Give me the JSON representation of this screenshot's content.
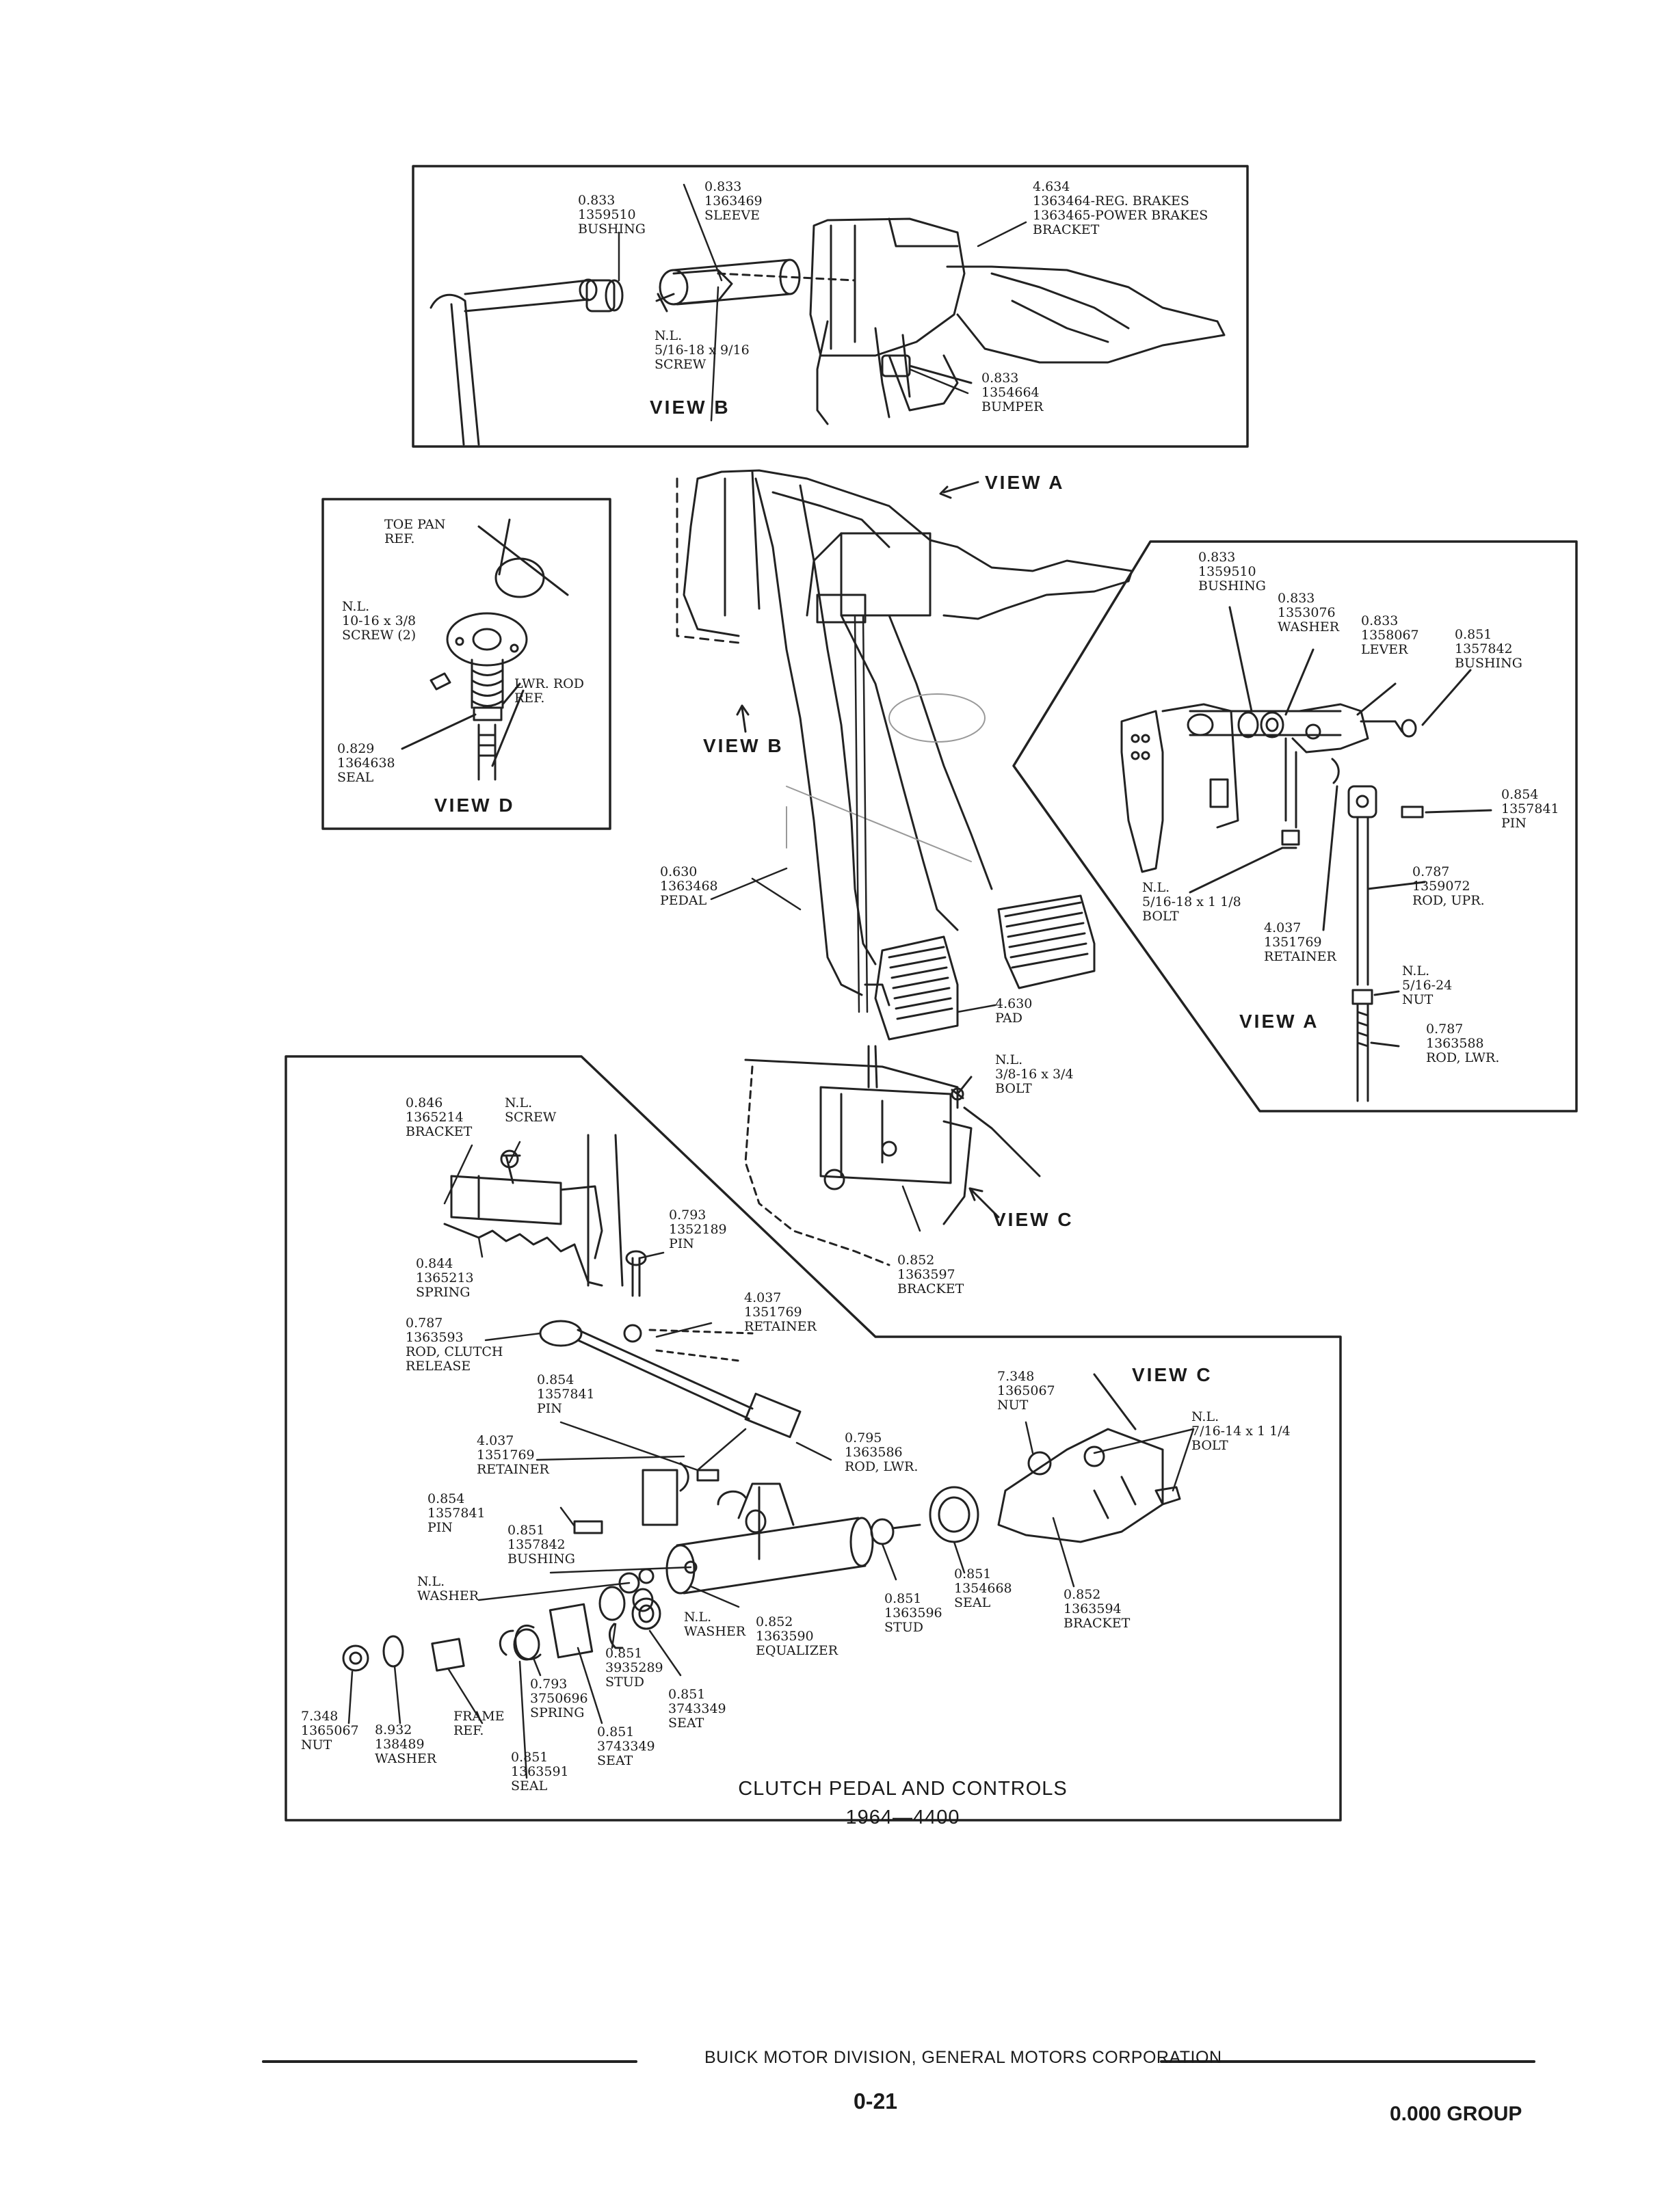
{
  "title": "CLUTCH PEDAL AND CONTROLS",
  "subtitle": "1964—4400",
  "footer": {
    "company": "BUICK MOTOR DIVISION, GENERAL MOTORS CORPORATION",
    "page": "0-21",
    "group": "0.000 GROUP"
  },
  "views": {
    "a_arrow": "VIEW A",
    "b_arrow": "VIEW B",
    "c_arrow": "VIEW C",
    "b_title": "VIEW B",
    "d_title": "VIEW D",
    "a_title": "VIEW A",
    "c_title": "VIEW C"
  },
  "labels": {
    "b_bushing": [
      "0.833",
      "1359510",
      "BUSHING"
    ],
    "b_sleeve": [
      "0.833",
      "1363469",
      "SLEEVE"
    ],
    "b_bracket": [
      "4.634",
      "1363464-REG. BRAKES",
      "1363465-POWER BRAKES",
      "BRACKET"
    ],
    "b_screw": [
      "N.L.",
      "5/16-18 x 9/16",
      "SCREW"
    ],
    "b_bumper": [
      "0.833",
      "1354664",
      "BUMPER"
    ],
    "d_toepan": [
      "TOE PAN",
      "REF."
    ],
    "d_screw": [
      "N.L.",
      "10-16 x 3/8",
      "SCREW (2)"
    ],
    "d_lwrrod": [
      "LWR. ROD",
      "REF."
    ],
    "d_seal": [
      "0.829",
      "1364638",
      "SEAL"
    ],
    "a_bushing": [
      "0.833",
      "1359510",
      "BUSHING"
    ],
    "a_washer": [
      "0.833",
      "1353076",
      "WASHER"
    ],
    "a_lever": [
      "0.833",
      "1358067",
      "LEVER"
    ],
    "a_bushing2": [
      "0.851",
      "1357842",
      "BUSHING"
    ],
    "a_pin": [
      "0.854",
      "1357841",
      "PIN"
    ],
    "a_bolt": [
      "N.L.",
      "5/16-18 x 1 1/8",
      "BOLT"
    ],
    "a_rodupr": [
      "0.787",
      "1359072",
      "ROD, UPR."
    ],
    "a_retainer": [
      "4.037",
      "1351769",
      "RETAINER"
    ],
    "a_nut": [
      "N.L.",
      "5/16-24",
      "NUT"
    ],
    "a_rodlwr": [
      "0.787",
      "1363588",
      "ROD, LWR."
    ],
    "m_pedal": [
      "0.630",
      "1363468",
      "PEDAL"
    ],
    "m_pad": [
      "4.630",
      "PAD"
    ],
    "m_bolt": [
      "N.L.",
      "3/8-16 x 3/4",
      "BOLT"
    ],
    "m_bracket": [
      "0.852",
      "1363597",
      "BRACKET"
    ],
    "l_bracket": [
      "0.846",
      "1365214",
      "BRACKET"
    ],
    "l_screw": [
      "N.L.",
      "SCREW"
    ],
    "l_pin": [
      "0.793",
      "1352189",
      "PIN"
    ],
    "l_spring": [
      "0.844",
      "1365213",
      "SPRING"
    ],
    "l_retainer_top": [
      "4.037",
      "1351769",
      "RETAINER"
    ],
    "l_rod_release": [
      "0.787",
      "1363593",
      "ROD, CLUTCH",
      "RELEASE"
    ],
    "l_pin2": [
      "0.854",
      "1357841",
      "PIN"
    ],
    "l_retainer2": [
      "4.037",
      "1351769",
      "RETAINER"
    ],
    "l_rodlwr": [
      "0.795",
      "1363586",
      "ROD, LWR."
    ],
    "l_pin3": [
      "0.854",
      "1357841",
      "PIN"
    ],
    "l_bushing": [
      "0.851",
      "1357842",
      "BUSHING"
    ],
    "l_washer": [
      "N.L.",
      "WASHER"
    ],
    "l_washer2": [
      "N.L.",
      "WASHER"
    ],
    "l_equalizer": [
      "0.852",
      "1363590",
      "EQUALIZER"
    ],
    "l_stud_small": [
      "0.851",
      "3935289",
      "STUD"
    ],
    "l_seat1": [
      "0.851",
      "3743349",
      "SEAT"
    ],
    "l_spring2": [
      "0.793",
      "3750696",
      "SPRING"
    ],
    "l_seat2": [
      "0.851",
      "3743349",
      "SEAT"
    ],
    "l_seal": [
      "0.851",
      "1363591",
      "SEAL"
    ],
    "l_frame": [
      "FRAME",
      "REF."
    ],
    "l_washer3": [
      "8.932",
      "138489",
      "WASHER"
    ],
    "l_nut": [
      "7.348",
      "1365067",
      "NUT"
    ],
    "c_nut": [
      "7.348",
      "1365067",
      "NUT"
    ],
    "c_bolt": [
      "N.L.",
      "7/16-14 x 1 1/4",
      "BOLT"
    ],
    "c_seal": [
      "0.851",
      "1354668",
      "SEAL"
    ],
    "c_stud": [
      "0.851",
      "1363596",
      "STUD"
    ],
    "c_bracket": [
      "0.852",
      "1363594",
      "BRACKET"
    ]
  }
}
